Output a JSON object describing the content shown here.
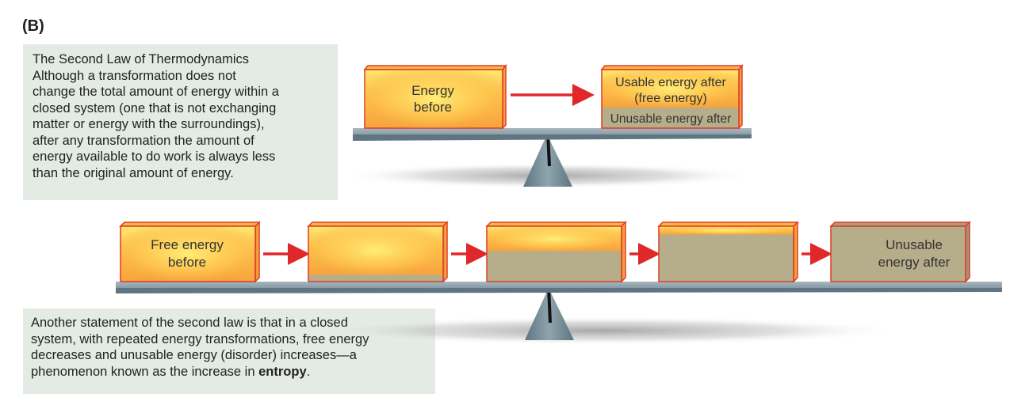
{
  "panel_label": "(B)",
  "box1": {
    "title": "The Second Law of Thermodynamics",
    "lines": [
      "Although a transformation does not",
      "change the total amount of energy within a",
      "closed system (one that is not exchanging",
      "matter or energy with the surroundings),",
      "after any transformation the amount of",
      "energy available to do work is always less",
      "than the original amount of energy."
    ]
  },
  "box2": {
    "lines": [
      "Another statement of the second law is that in a closed",
      "system, with repeated energy transformations, free energy",
      "decreases and unusable energy (disorder) increases—a"
    ],
    "last_line_prefix": "phenomenon known as the increase in ",
    "last_line_bold": "entropy",
    "last_line_suffix": "."
  },
  "top_scale": {
    "before_label": [
      "Energy",
      "before"
    ],
    "after_usable_label": [
      "Usable energy after",
      "(free energy)"
    ],
    "after_unusable_label": "Unusable energy after"
  },
  "bottom_scale": {
    "first_label": [
      "Free energy",
      "before"
    ],
    "last_label": [
      "Unusable",
      "energy after"
    ],
    "unusable_fractions": [
      0,
      0.12,
      0.55,
      0.85,
      1.0
    ]
  },
  "colors": {
    "energy_orange": "#f39a3a",
    "energy_yellow": "#ffe56a",
    "unusable": "#b6ad8a",
    "box_border": "#e03a28",
    "arrow": "#e0272a",
    "beam": "#8a9ea8",
    "textbox_bg": "#e3ebe4"
  }
}
